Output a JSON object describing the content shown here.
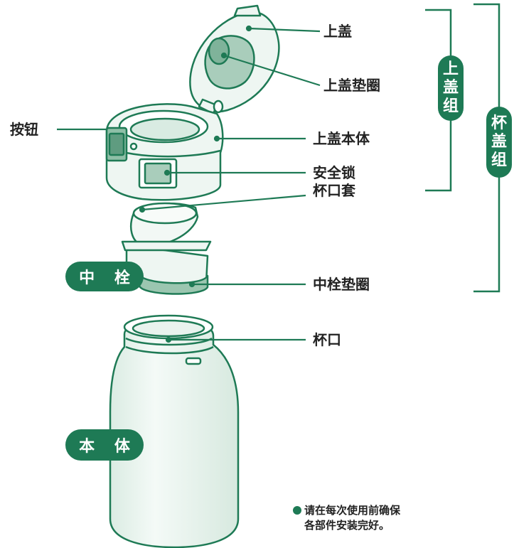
{
  "labels": {
    "lid": "上盖",
    "lid_gasket": "上盖垫圈",
    "button": "按钮",
    "lid_body": "上盖本体",
    "safety_lock": "安全锁",
    "cup_mouth_cover": "杯口套",
    "stopper_gasket": "中栓垫圈",
    "cup_mouth": "杯口"
  },
  "groups": {
    "lid_group": [
      "上",
      "盖",
      "组"
    ],
    "cup_lid_group": [
      "杯",
      "盖",
      "组"
    ]
  },
  "badges": {
    "stopper": "中 栓",
    "body": "本 体"
  },
  "note": {
    "line1": "请在每次使用前确保",
    "line2": "各部件安装完好。"
  },
  "colors": {
    "outline": "#1e7a55",
    "fill": "#e9f3ee",
    "fill_dark": "#a9cdbb",
    "badge": "#1e7a55",
    "text": "#222222"
  }
}
